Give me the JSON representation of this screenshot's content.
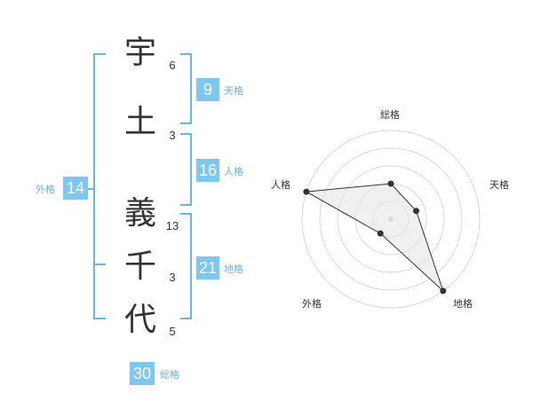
{
  "name": {
    "characters": [
      {
        "char": "宇",
        "strokes": "6"
      },
      {
        "char": "土",
        "strokes": "3"
      },
      {
        "char": "義",
        "strokes": "13"
      },
      {
        "char": "千",
        "strokes": "3"
      },
      {
        "char": "代",
        "strokes": "5"
      }
    ]
  },
  "kaku": {
    "ten": {
      "value": "9",
      "label": "天格"
    },
    "jin": {
      "value": "16",
      "label": "人格"
    },
    "chi": {
      "value": "21",
      "label": "地格"
    },
    "gai": {
      "value": "14",
      "label": "外格"
    },
    "sou": {
      "value": "30",
      "label": "総格"
    }
  },
  "colors": {
    "accent": "#7ec8ef",
    "bracket": "#6ab6e0",
    "text": "#333333",
    "grid": "#d8d8d8",
    "fill": "#e6e6e6"
  },
  "radar": {
    "axes": [
      "総格",
      "天格",
      "地格",
      "外格",
      "人格"
    ],
    "levels": 5,
    "values": [
      0.4,
      0.3,
      1.0,
      0.2,
      1.0
    ]
  }
}
